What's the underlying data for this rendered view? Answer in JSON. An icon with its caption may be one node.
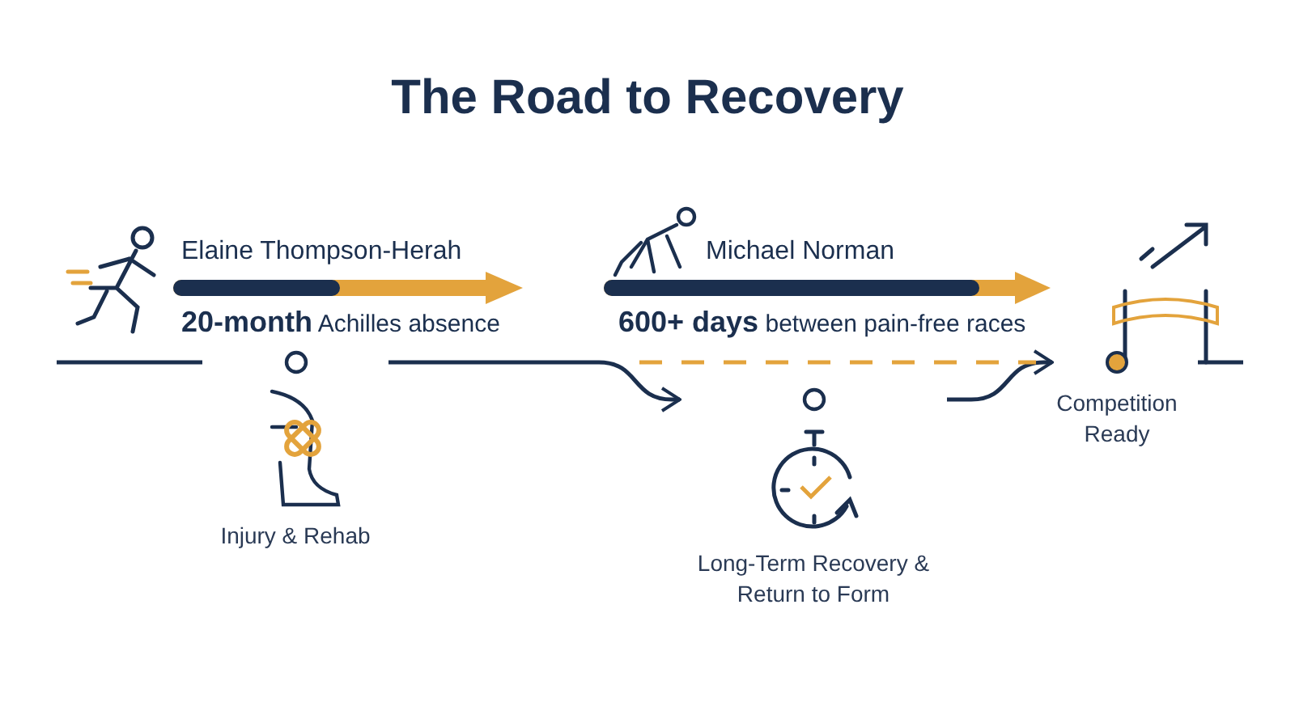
{
  "diagram": {
    "title": "The Road to Recovery",
    "nodes": [
      {
        "text": [
          "Injury & Rehab"
        ]
      },
      {
        "text": [
          "Long-Term Recovery & Return to Form"
        ]
      },
      {
        "text": [
          "Competition Ready"
        ]
      }
    ],
    "edges": [
      {
        "from": null,
        "to": 0,
        "arrow": "none"
      },
      {
        "from": 0,
        "to": 1,
        "arrow": "to"
      },
      {
        "from": 1,
        "to": 2,
        "arrow": "to"
      }
    ],
    "labels": [
      "Elaine Thompson-Herah",
      "**20-month** Achilles absence",
      "Michael Norman",
      "**600+ days** between pain-free races"
    ]
  }
}
